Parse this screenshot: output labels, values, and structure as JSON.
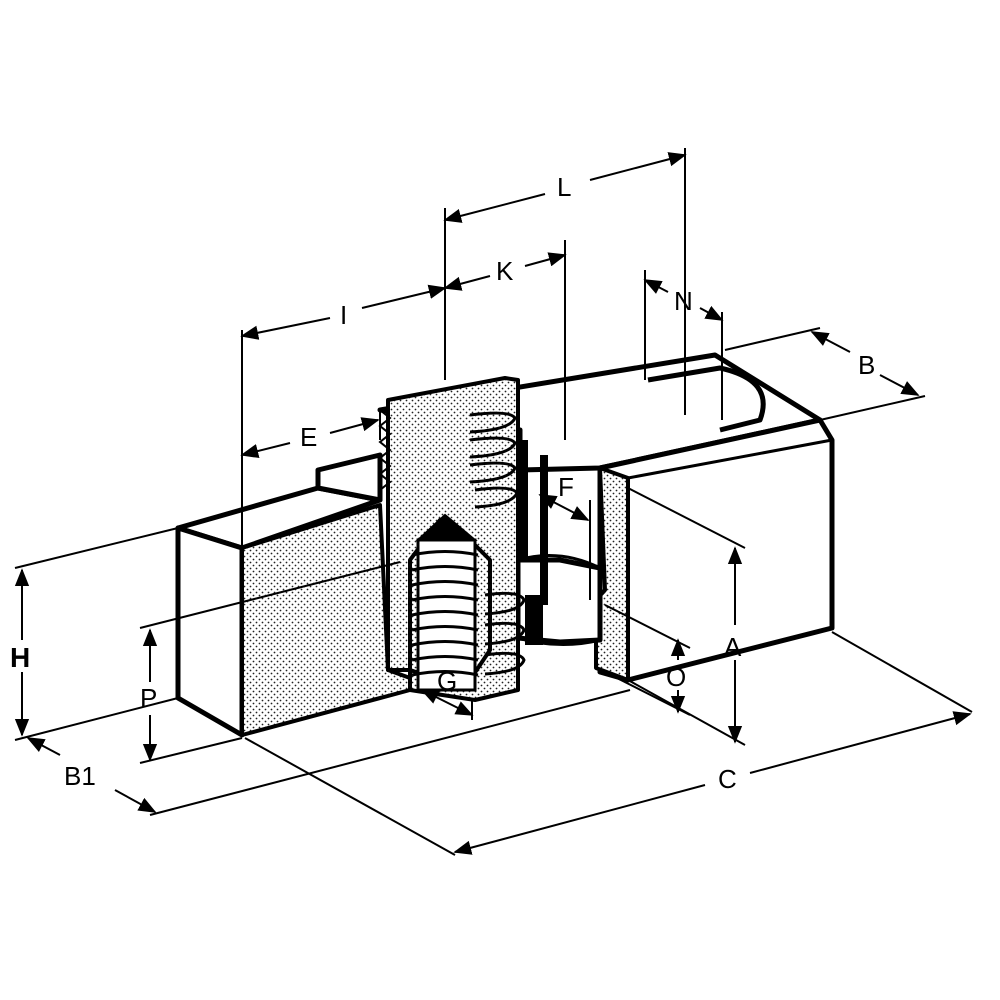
{
  "diagram": {
    "labels": {
      "A": "A",
      "B": "B",
      "B1": "B1",
      "C": "C",
      "E": "E",
      "F": "F",
      "G": "G",
      "H": "H",
      "I": "I",
      "K": "K",
      "L": "L",
      "N": "N",
      "O": "O",
      "P": "P"
    }
  }
}
